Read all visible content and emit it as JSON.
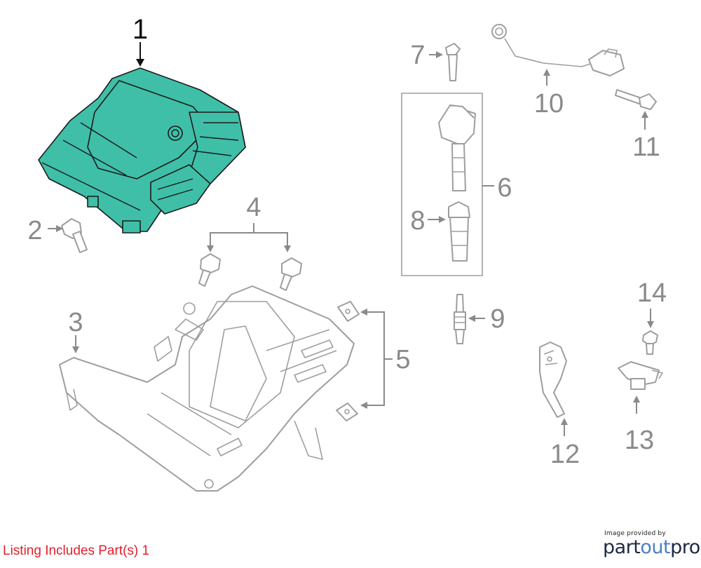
{
  "callouts": {
    "c1": "1",
    "c2": "2",
    "c3": "3",
    "c4": "4",
    "c5": "5",
    "c6": "6",
    "c7": "7",
    "c8": "8",
    "c9": "9",
    "c10": "10",
    "c11": "11",
    "c12": "12",
    "c13": "13",
    "c14": "14"
  },
  "footer": {
    "listing": "Listing Includes Part(s) 1"
  },
  "credit": {
    "provided_by": "Image provided by",
    "brand_part1": "part",
    "brand_part2": "out",
    "brand_part3": "pro"
  },
  "colors": {
    "highlight_part": "#3fbfa8",
    "listing_text": "#e0202c",
    "brand_dark": "#1d2a44",
    "brand_accent": "#4d7fc8"
  },
  "icons": [
    "ecu-module-icon",
    "bolt-icon",
    "bracket-icon",
    "ignition-coil-icon",
    "spark-plug-icon",
    "sensor-icon"
  ]
}
